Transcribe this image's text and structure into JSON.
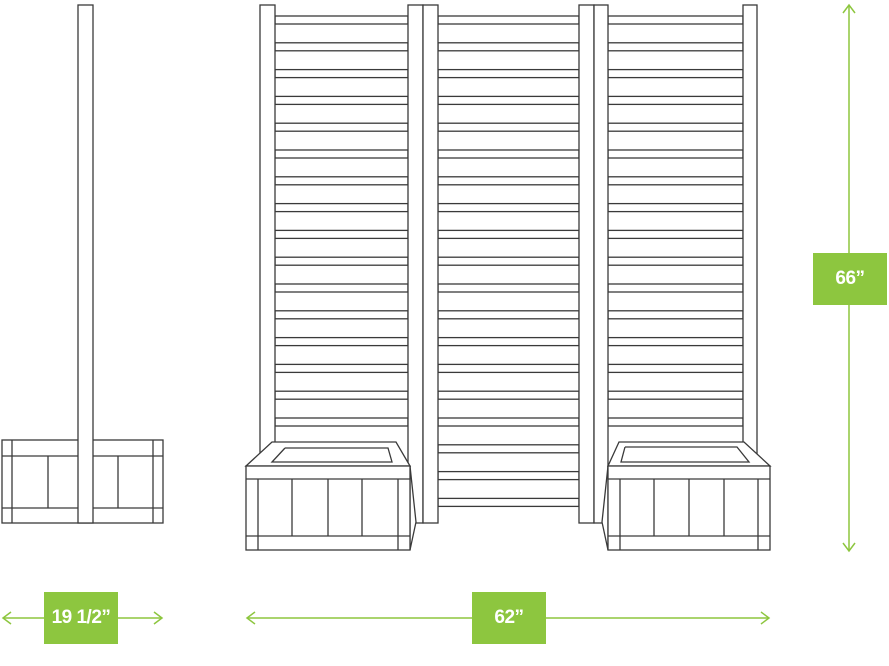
{
  "dimensions": {
    "depth": "19 1/2”",
    "width": "62”",
    "height": "66”"
  },
  "colors": {
    "accent": "#8dc63f",
    "line": "#3a3a3a",
    "fill": "#ffffff",
    "label_text": "#ffffff"
  }
}
